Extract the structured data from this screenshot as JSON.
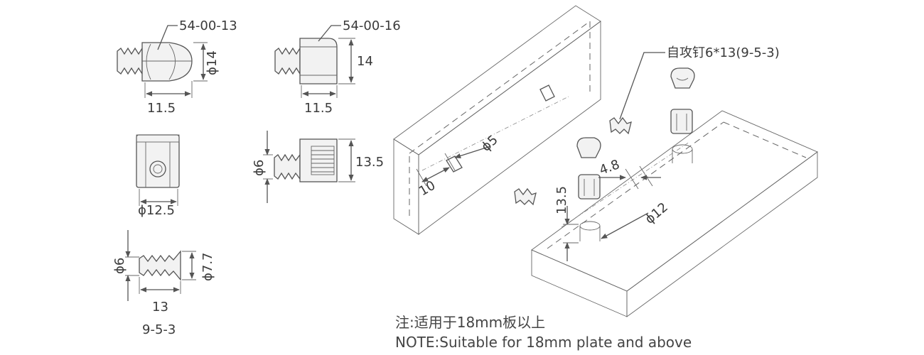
{
  "parts": {
    "cam_round": {
      "code": "54-00-13",
      "dim_length": "11.5",
      "dim_diameter": "ϕ14"
    },
    "cam_square": {
      "code": "54-00-16",
      "dim_length": "11.5",
      "dim_height": "14"
    },
    "housing_front": {
      "dim_diameter": "ϕ12.5"
    },
    "housing_side": {
      "dim_diameter": "ϕ6",
      "dim_height": "13.5"
    },
    "screw": {
      "dim_diameter_shank": "ϕ6",
      "dim_diameter_head": "ϕ7.7",
      "dim_length": "13",
      "code": "9-5-3"
    }
  },
  "assembly": {
    "screw_callout": "自攻钉6*13(9-5-3)",
    "dim_hole_diameter": "ϕ5",
    "dim_offset": "10",
    "dim_edge_distance": "4.8",
    "dim_depth": "13.5",
    "dim_bore_diameter": "ϕ12"
  },
  "notes": {
    "cn": "注:适用于18mm板以上",
    "en": "NOTE:Suitable for 18mm plate and above"
  }
}
